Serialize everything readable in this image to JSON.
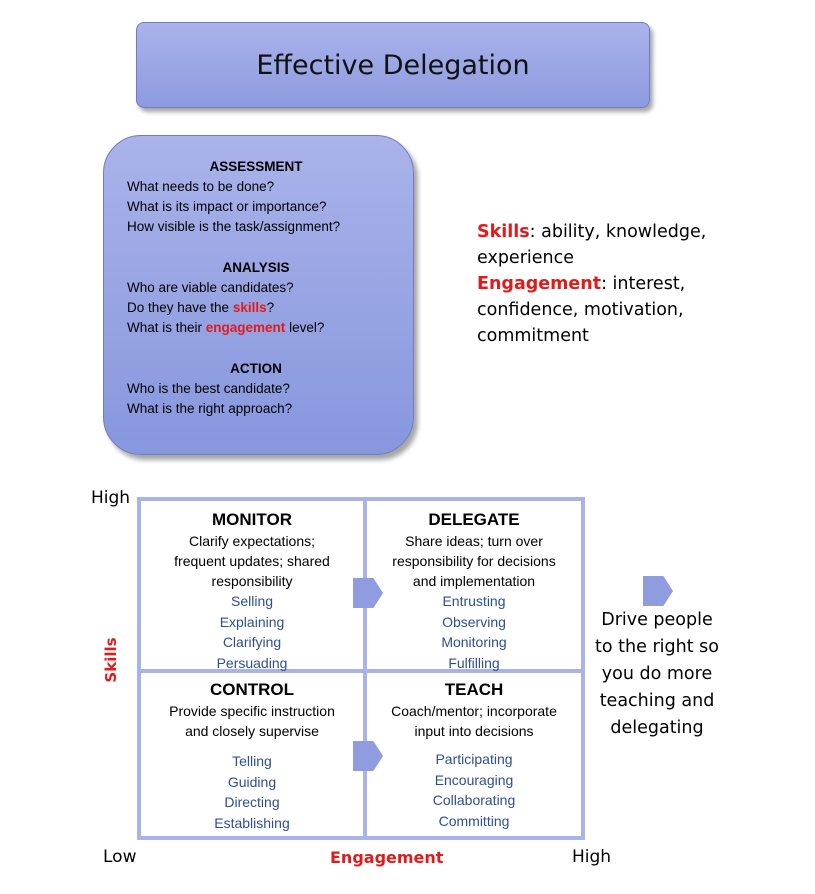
{
  "title": "Effective Delegation",
  "process": {
    "assessment": {
      "heading": "ASSESSMENT",
      "lines": [
        "What needs to be done?",
        "What is its impact or importance?",
        "How visible is the task/assignment?"
      ]
    },
    "analysis": {
      "heading": "ANALYSIS",
      "line1": "Who are viable candidates?",
      "line2_pre": "Do they have the ",
      "line2_key": "skills",
      "line2_post": "?",
      "line3_pre": "What is their ",
      "line3_key": "engagement",
      "line3_post": " level?"
    },
    "action": {
      "heading": "ACTION",
      "lines": [
        "Who is the best candidate?",
        "What is the right approach?"
      ]
    }
  },
  "definitions": {
    "skills_term": "Skills",
    "skills_def": ": ability, knowledge, experience",
    "engagement_term": "Engagement",
    "engagement_def": ": interest, confidence, motivation, commitment"
  },
  "matrix": {
    "y_high": "High",
    "x_low": "Low",
    "x_high": "High",
    "y_axis_label": "Skills",
    "x_axis_label": "Engagement",
    "quadrants": {
      "monitor": {
        "title": "MONITOR",
        "desc": [
          "Clarify expectations;",
          "frequent updates; shared",
          "responsibility"
        ],
        "verbs": [
          "Selling",
          "Explaining",
          "Clarifying",
          "Persuading"
        ]
      },
      "delegate": {
        "title": "DELEGATE",
        "desc": [
          "Share ideas; turn over",
          "responsibility for decisions",
          "and implementation"
        ],
        "verbs": [
          "Entrusting",
          "Observing",
          "Monitoring",
          "Fulfilling"
        ]
      },
      "control": {
        "title": "CONTROL",
        "desc": [
          "Provide specific instruction",
          "and closely supervise"
        ],
        "verbs": [
          "Telling",
          "Guiding",
          "Directing",
          "Establishing"
        ]
      },
      "teach": {
        "title": "TEACH",
        "desc": [
          "Coach/mentor; incorporate",
          "input into decisions"
        ],
        "verbs": [
          "Participating",
          "Encouraging",
          "Collaborating",
          "Committing"
        ]
      }
    }
  },
  "note": [
    "Drive people",
    "to the right so",
    "you do more",
    "teaching and",
    "delegating"
  ],
  "colors": {
    "box_fill": "#8d9ae0",
    "grid_line": "#a9b3e6",
    "accent_red": "#e01b1b"
  }
}
